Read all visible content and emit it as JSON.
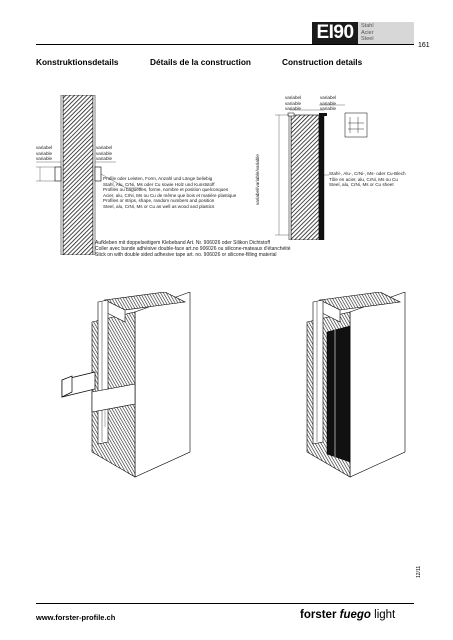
{
  "header": {
    "code": "EI90",
    "materials": [
      "Stahl",
      "Acier",
      "Steel"
    ],
    "page_number": "161"
  },
  "titles": {
    "de": "Konstruktionsdetails",
    "fr": "Détails de la construction",
    "en": "Construction details"
  },
  "left_detail": {
    "variable_left": [
      "variabel",
      "variable",
      "variable"
    ],
    "variable_right": [
      "variabel",
      "variable",
      "variable"
    ],
    "note": [
      "Profile oder Leisten, Form, Anzahl und Länge beliebig",
      "Stahl, Alu, CrNi, Ms oder Cu sowie Holz und Kunststoff",
      "Profilés ou baguettes, forme, nombre et position quelconques",
      "Acier, alu, CrNi, Ms ou Cu de même que bois et matière plastique",
      "Profiles or strips, shape, random numbers and position",
      "Steel, alu, CrNi, Ms or Cu as well as wood and plastics"
    ]
  },
  "right_detail": {
    "variable_a": [
      "variabel",
      "variable",
      "variable"
    ],
    "variable_b": [
      "variabel",
      "variable",
      "variable"
    ],
    "vertical_label": "variabel/variable/variable",
    "note": [
      "Stahl-, Alu-, CrNi-, Ms- oder Cu-Blech",
      "Tôle en acier, alu, CrNi, Ms ou Cu",
      "Steel, alu, CrNi, Ms or Cu sheet"
    ]
  },
  "adhesive_note": [
    "Aufkleben mit doppelseitigem Klebeband Art. Nr. 906026 oder Silikon Dichtstoff",
    "Coller avec bande adhésive double-face art.no 906026 ou silicone-mateaux d'étanchéité",
    "Stick on with double sided adhesive tape art. no. 906026 or silicone-filling material"
  ],
  "footer": {
    "url": "www.forster-profile.ch",
    "brand_1": "forster",
    "brand_2": "fuego",
    "brand_3": "light",
    "sheet_code": "12/11"
  },
  "colors": {
    "dark": "#1a1a1a",
    "grey": "#d7d7d7",
    "hatch": "#2a2a2a"
  }
}
